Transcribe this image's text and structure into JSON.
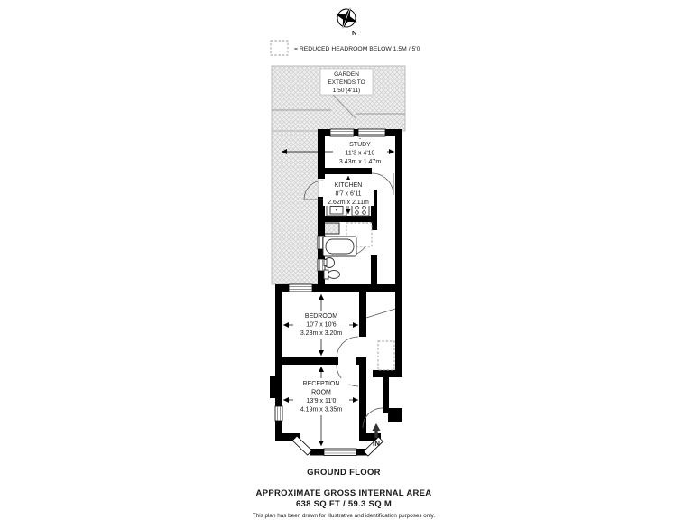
{
  "compass": {
    "label": "N"
  },
  "legend": {
    "text": "= REDUCED HEADROOM BELOW 1.5M / 5'0"
  },
  "garden": {
    "line1": "GARDEN",
    "line2": "EXTENDS TO",
    "line3": "1.50 (4'11)"
  },
  "rooms": {
    "study": {
      "name": "STUDY",
      "imperial": "11'3 x 4'10",
      "metric": "3.43m x 1.47m"
    },
    "kitchen": {
      "name": "KITCHEN",
      "imperial": "8'7 x 6'11",
      "metric": "2.62m x 2.11m"
    },
    "bedroom": {
      "name": "BEDROOM",
      "imperial": "10'7 x 10'6",
      "metric": "3.23m x 3.20m"
    },
    "reception": {
      "name_line1": "RECEPTION",
      "name_line2": "ROOM",
      "imperial": "13'9 x 11'0",
      "metric": "4.19m x 3.35m"
    }
  },
  "entrance": {
    "label": "IN"
  },
  "footer": {
    "floor": "GROUND FLOOR",
    "area_heading": "APPROXIMATE GROSS INTERNAL AREA",
    "area_value": "638 SQ FT / 59.3 SQ M",
    "disclaimer": "This plan has been drawn for illustrative and identification purposes only."
  },
  "colors": {
    "wall": "#000000",
    "hatch_line": "#cdcdcd",
    "hatch_bg": "#efefef",
    "accent_text": "#1a1a1a"
  }
}
